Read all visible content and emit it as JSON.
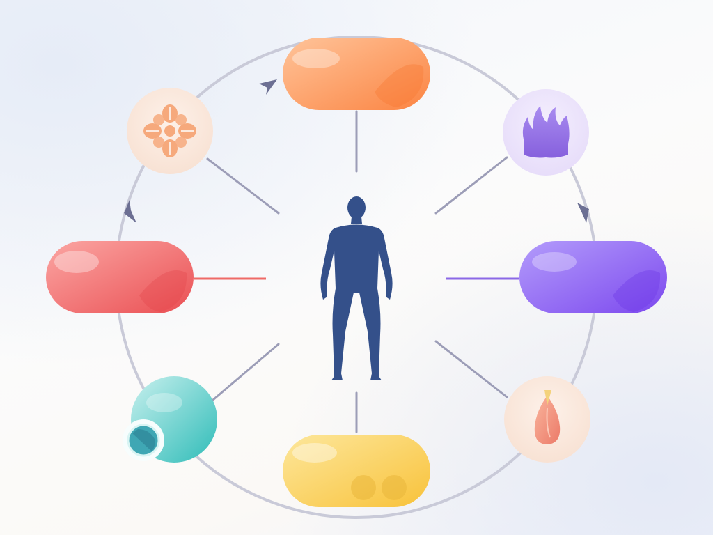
{
  "diagram": {
    "center": {
      "icon": "human-body-icon"
    },
    "nodes": [
      {
        "id": "top-pill",
        "shape": "pill",
        "color": "#fb8c4e"
      },
      {
        "id": "right-pill",
        "shape": "pill",
        "color": "#8b5cf6"
      },
      {
        "id": "bottom-pill",
        "shape": "pill",
        "color": "#f9c947"
      },
      {
        "id": "left-pill",
        "shape": "pill",
        "color": "#ef5f62"
      },
      {
        "id": "upper-left-circle",
        "shape": "circle",
        "icon": "flower-pattern-icon",
        "color": "#f6a97c"
      },
      {
        "id": "upper-right-circle",
        "shape": "circle",
        "icon": "flame-icon",
        "color": "#9a7be3"
      },
      {
        "id": "lower-right-circle",
        "shape": "circle",
        "icon": "tooth-icon",
        "color": "#f28e7a"
      },
      {
        "id": "lower-left-circle",
        "shape": "circle",
        "icon": "cell-sphere-icon",
        "color": "#3fc6c2"
      }
    ],
    "ring_color": "#c9cad8",
    "connector_color": "#9c9db7"
  }
}
